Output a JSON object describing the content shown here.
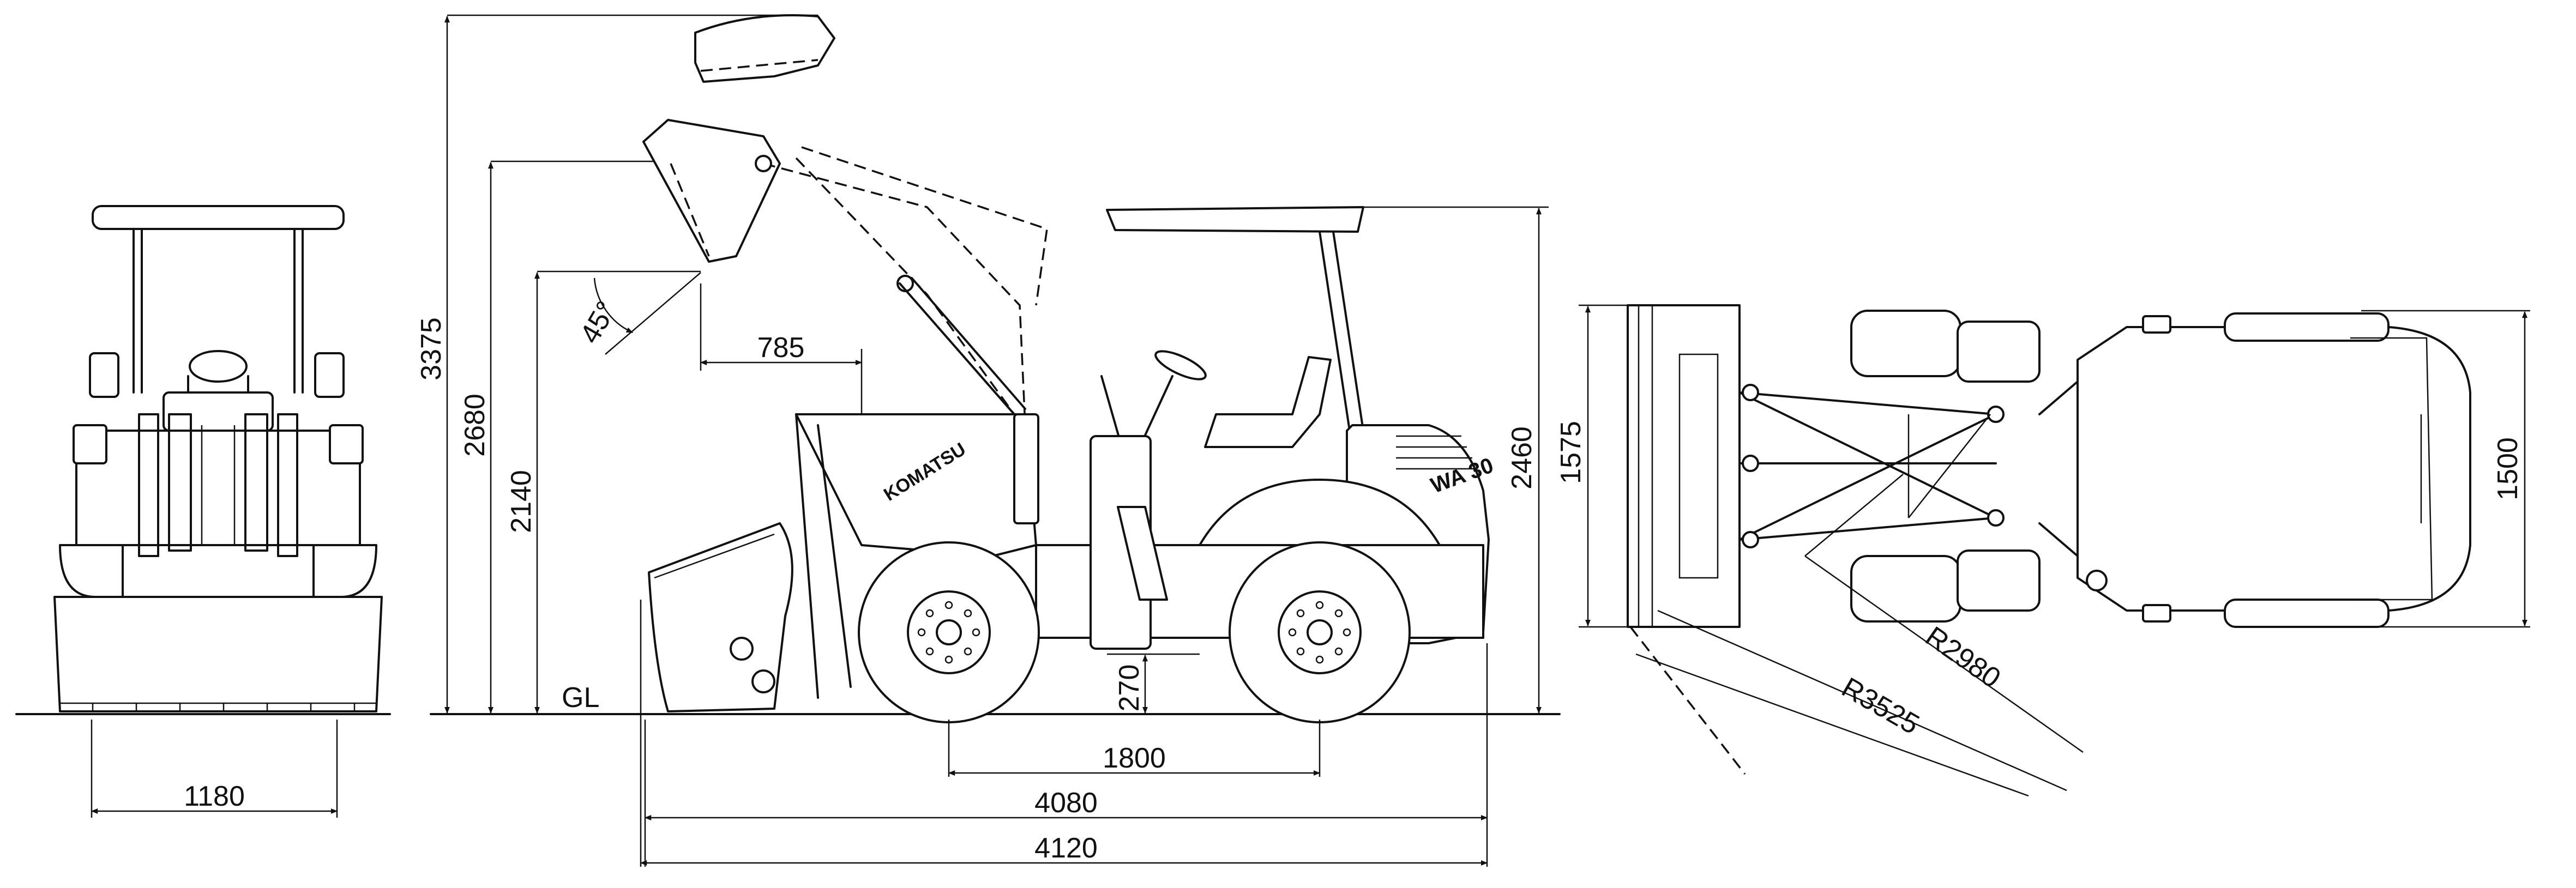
{
  "front_view": {
    "track_width": "1180"
  },
  "side_view": {
    "height_raised": "3375",
    "height_hinge": "2680",
    "dump_clearance": "2140",
    "dump_angle": "45°",
    "dump_reach": "785",
    "canopy_height": "2460",
    "ground_clearance": "270",
    "ground_label": "GL",
    "wheelbase": "1800",
    "length_body": "4080",
    "length_overall": "4120",
    "brand_logo": "KOMATSU",
    "model_badge": "WA 30"
  },
  "top_view": {
    "bucket_width": "1575",
    "body_width": "1500",
    "turning_radius_inner": "R2980",
    "turning_radius_outer": "R3525"
  }
}
